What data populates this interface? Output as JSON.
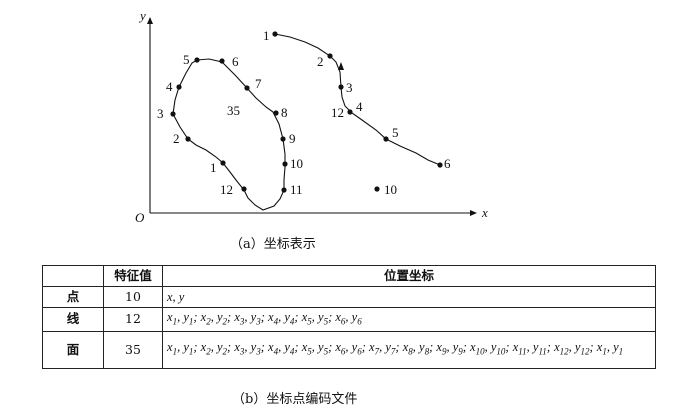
{
  "axes": {
    "y": "y",
    "x": "x",
    "origin": "O"
  },
  "shapes": {
    "line_points": [
      "1",
      "2",
      "3",
      "12",
      "4",
      "5",
      "6"
    ],
    "polygon_points": [
      "5",
      "6",
      "7",
      "8",
      "9",
      "10",
      "11",
      "12",
      "1",
      "2",
      "3",
      "4"
    ],
    "polygon_code": "35",
    "point_label": "10"
  },
  "caption_a": "（a）坐标表示",
  "caption_b": "（b）坐标点编码文件",
  "table": {
    "headers": [
      "",
      "特征值",
      "位置坐标"
    ],
    "rows": [
      {
        "name": "点",
        "value": "10",
        "coords": "x, y"
      },
      {
        "name": "线",
        "value": "12",
        "coords": "x1, y1; x2, y2; x3, y3; x4, y4; x5, y5; x6, y6"
      },
      {
        "name": "面",
        "value": "35",
        "coords": "x1, y1; x2, y2; x3, y3; x4, y4; x5, y5; x6, y6; x7, y7; x8, y8; x9, y9; x10, y10; x11, y11; x12, y12; x1, y1"
      }
    ]
  }
}
